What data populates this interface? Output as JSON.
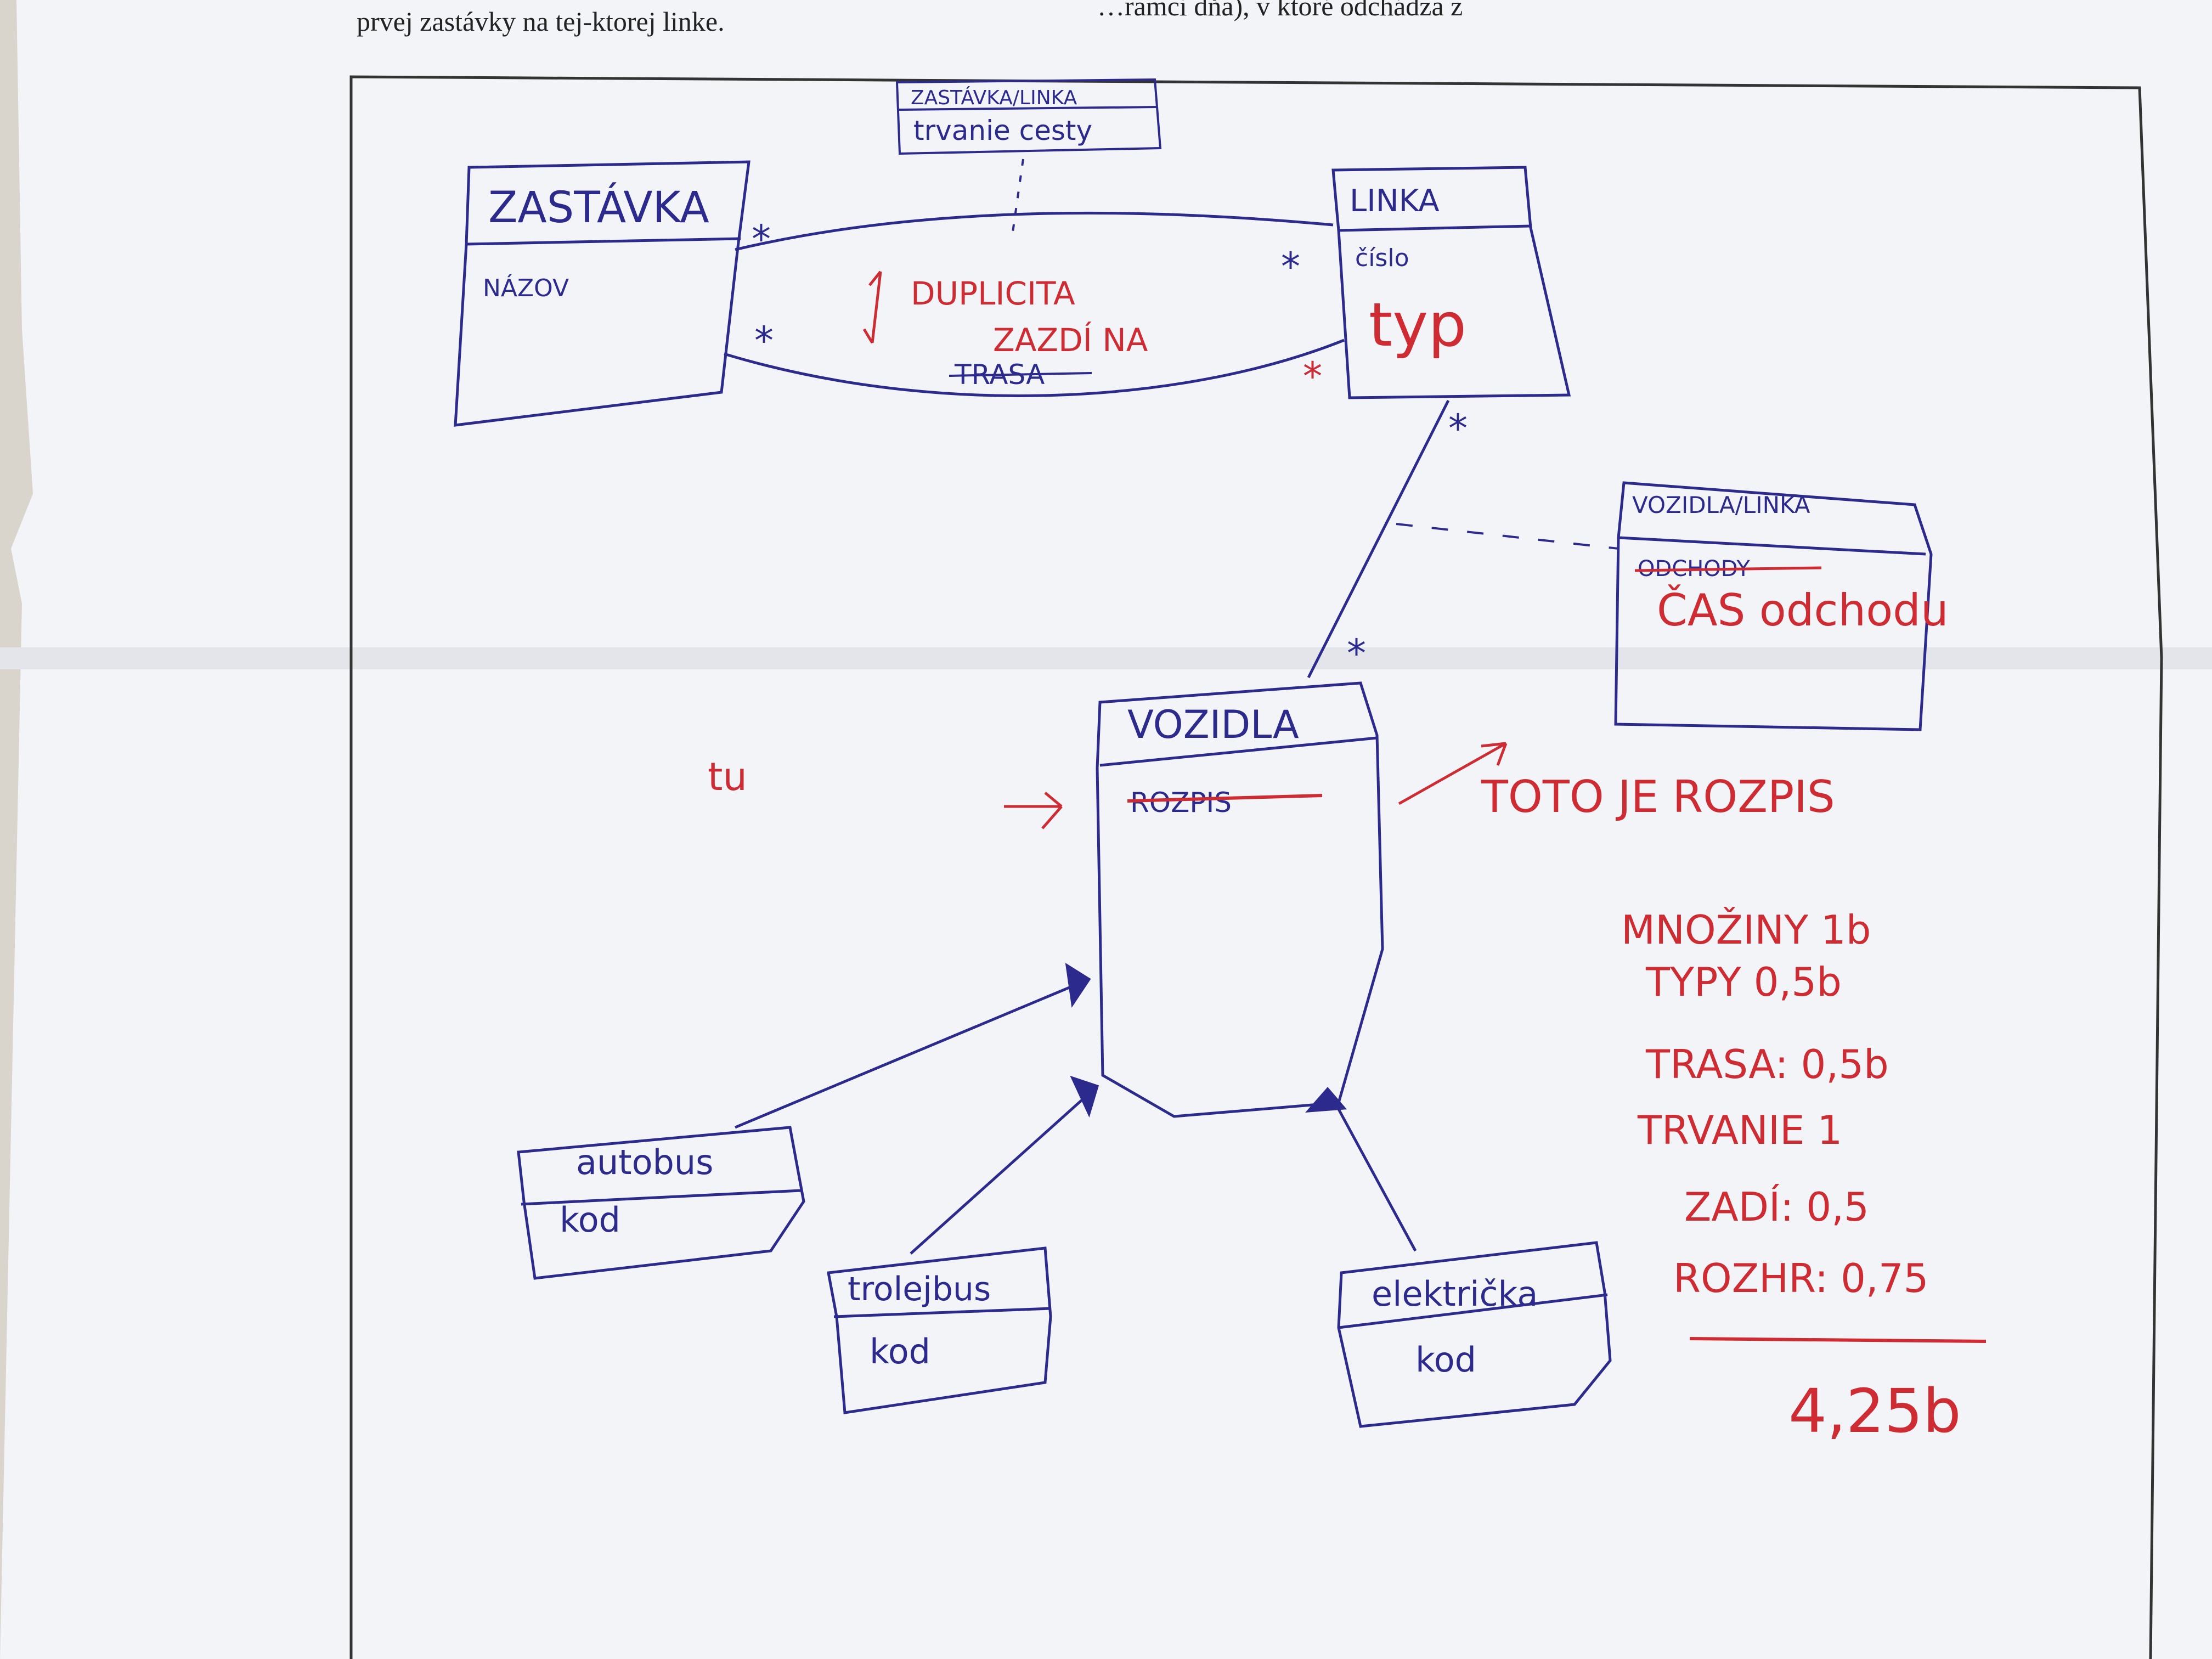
{
  "printed_text": {
    "line1": "…ramci dňa), v ktoré odchádza z",
    "line2": "prvej zastávky na tej-ktorej linke."
  },
  "diagram": {
    "classes": {
      "zastavka": {
        "title": "ZASTÁVKA",
        "attribute": "NÁZOV"
      },
      "linka": {
        "title": "LINKA",
        "attribute": "číslo"
      },
      "assoc_zastavka_linka": {
        "title": "ZASTÁVKA/LINKA",
        "attribute": "trvanie cesty"
      },
      "vozidla_linka": {
        "title": "VOZIDLA/LINKA",
        "attribute_struck": "ODCHODY"
      },
      "vozidla": {
        "title": "VOZIDLA",
        "attribute_struck": "ROZPIS"
      },
      "autobus": {
        "title": "autobus",
        "attribute": "kod"
      },
      "trolejbus": {
        "title": "trolejbus",
        "attribute": "kod"
      },
      "elektricka": {
        "title": "električka",
        "attribute": "kod"
      }
    },
    "multiplicities": [
      "*",
      "*",
      "*",
      "*",
      "*",
      "*"
    ],
    "association_label_struck": "TRASA"
  },
  "corrections": {
    "linka_added": "typ",
    "duplicity_note_line1": "DUPLICITA",
    "duplicity_note_line2": "ZAZDÍ NA",
    "vozidla_linka_added": "ČAS odchodu",
    "rozpis_note": "TOTO JE ROZPIS",
    "margin_mark": "tu",
    "multiplicity_mark": "*"
  },
  "grading": {
    "lines": [
      "MNOŽINY 1b",
      "TYPY 0,5b",
      "TRASA: 0,5b",
      "TRVANIE 1",
      "ZADÍ: 0,5",
      "ROZHR: 0,75"
    ],
    "total": "4,25b"
  },
  "colors": {
    "ink_blue": "#2c2a8c",
    "ink_red": "#cf2b33",
    "paper": "#f3f4f7"
  }
}
